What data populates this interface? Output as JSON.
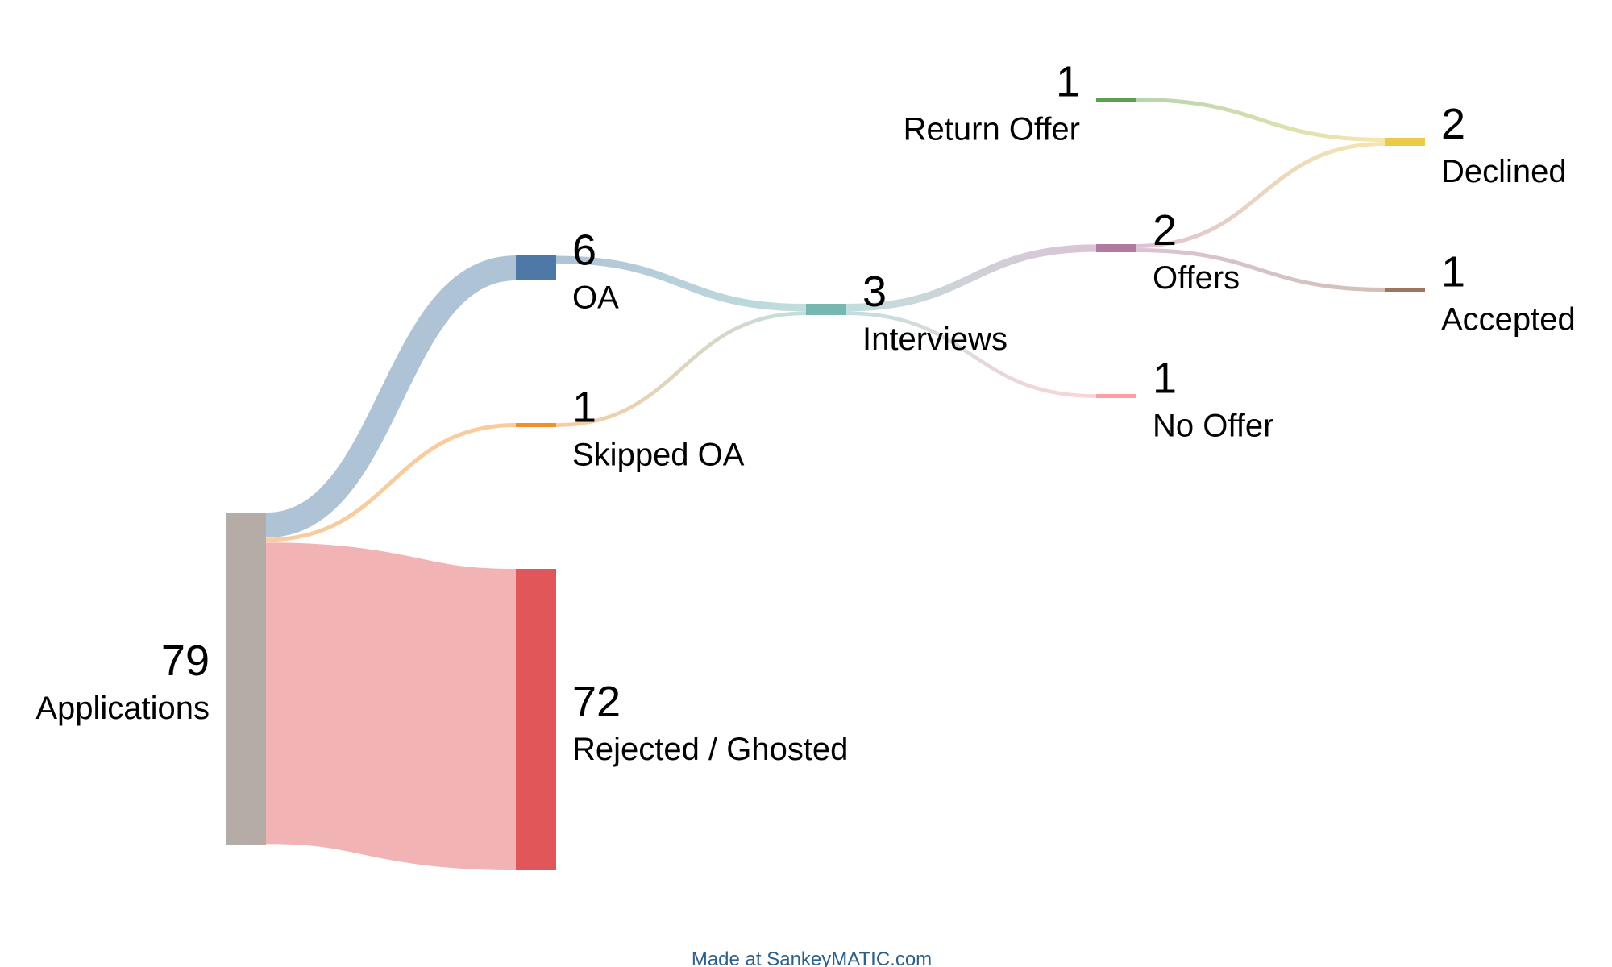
{
  "chart_data": {
    "type": "sankey",
    "nodes": [
      {
        "id": "applications",
        "label": "Applications",
        "value": "79",
        "color": "#b5aca7"
      },
      {
        "id": "oa",
        "label": "OA",
        "value": "6",
        "color": "#4e79a7"
      },
      {
        "id": "skipped_oa",
        "label": "Skipped OA",
        "value": "1",
        "color": "#f28e2b"
      },
      {
        "id": "rejected",
        "label": "Rejected / Ghosted",
        "value": "72",
        "color": "#e15759"
      },
      {
        "id": "interviews",
        "label": "Interviews",
        "value": "3",
        "color": "#76b7b2"
      },
      {
        "id": "return_offer",
        "label": "Return Offer",
        "value": "1",
        "color": "#59a14f"
      },
      {
        "id": "offers",
        "label": "Offers",
        "value": "2",
        "color": "#b07aa1"
      },
      {
        "id": "no_offer",
        "label": "No Offer",
        "value": "1",
        "color": "#ff9da7"
      },
      {
        "id": "declined",
        "label": "Declined",
        "value": "2",
        "color": "#edc948"
      },
      {
        "id": "accepted",
        "label": "Accepted",
        "value": "1",
        "color": "#9c755f"
      }
    ],
    "links": [
      {
        "source": "applications",
        "target": "oa",
        "value": 6
      },
      {
        "source": "applications",
        "target": "skipped_oa",
        "value": 1
      },
      {
        "source": "applications",
        "target": "rejected",
        "value": 72
      },
      {
        "source": "oa",
        "target": "interviews",
        "value": 2
      },
      {
        "source": "skipped_oa",
        "target": "interviews",
        "value": 1
      },
      {
        "source": "interviews",
        "target": "offers",
        "value": 2
      },
      {
        "source": "interviews",
        "target": "no_offer",
        "value": 1
      },
      {
        "source": "return_offer",
        "target": "declined",
        "value": 1
      },
      {
        "source": "offers",
        "target": "declined",
        "value": 1
      },
      {
        "source": "offers",
        "target": "accepted",
        "value": 1
      }
    ]
  },
  "footer": {
    "credit": "Made at SankeyMATIC.com"
  }
}
